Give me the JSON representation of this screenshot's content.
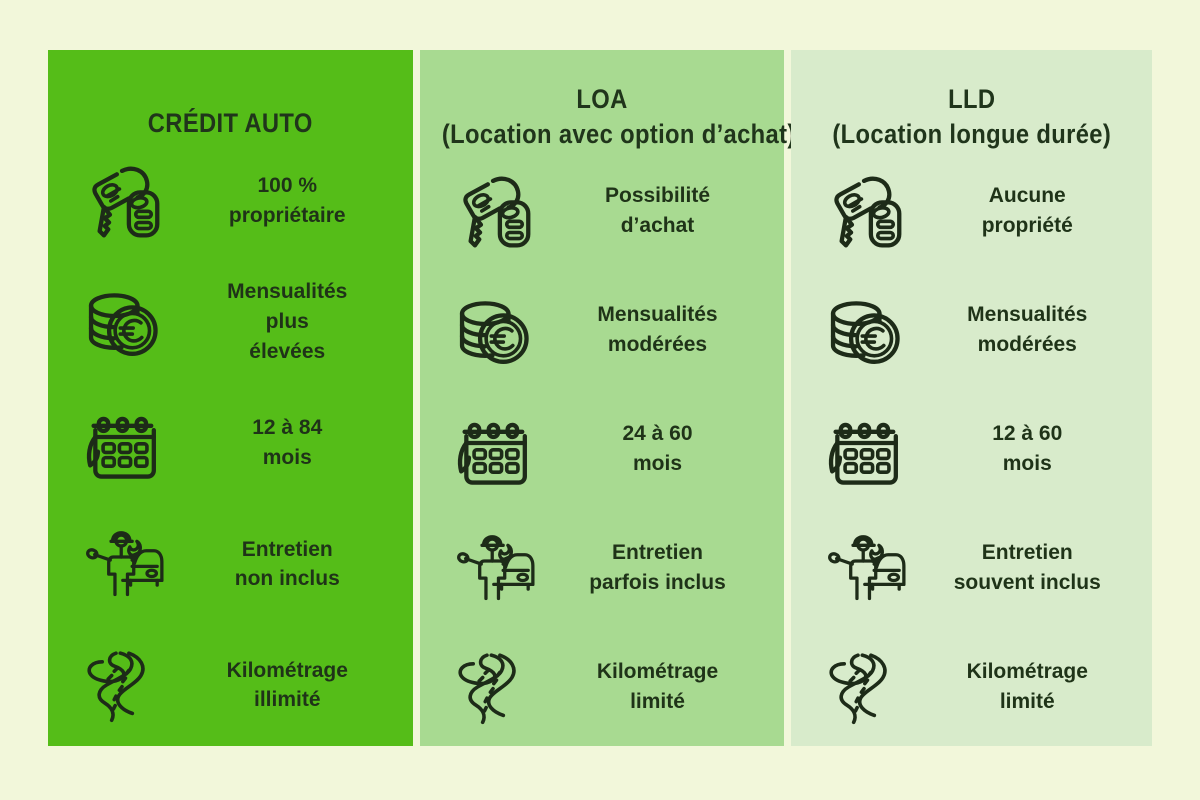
{
  "page": {
    "background_color": "#F2F7DA",
    "text_color": "#1F3318"
  },
  "columns": [
    {
      "id": "credit-auto",
      "title": "CRÉDIT AUTO",
      "subtitle": "",
      "background_color": "#55BD18",
      "rows": [
        {
          "icon": "car-keys-icon",
          "lines": [
            "100 %",
            "propriétaire"
          ]
        },
        {
          "icon": "euro-coins-icon",
          "lines": [
            "Mensualités",
            "plus",
            "élevées"
          ]
        },
        {
          "icon": "calendar-icon",
          "lines": [
            "12 à 84",
            "mois"
          ]
        },
        {
          "icon": "mechanic-wrench-car-icon",
          "lines": [
            "Entretien",
            "non inclus"
          ]
        },
        {
          "icon": "winding-road-icon",
          "lines": [
            "Kilométrage",
            "illimité"
          ]
        }
      ]
    },
    {
      "id": "loa",
      "title": "LOA",
      "subtitle": "(Location avec option d’achat)",
      "background_color": "#A8DA91",
      "rows": [
        {
          "icon": "car-keys-icon",
          "lines": [
            "Possibilité",
            "d’achat"
          ]
        },
        {
          "icon": "euro-coins-icon",
          "lines": [
            "Mensualités",
            "modérées"
          ]
        },
        {
          "icon": "calendar-icon",
          "lines": [
            "24 à 60",
            "mois"
          ]
        },
        {
          "icon": "mechanic-wrench-car-icon",
          "lines": [
            "Entretien",
            "parfois inclus"
          ]
        },
        {
          "icon": "winding-road-icon",
          "lines": [
            "Kilométrage",
            "limité"
          ]
        }
      ]
    },
    {
      "id": "lld",
      "title": "LLD",
      "subtitle": "(Location longue durée)",
      "background_color": "#D8EBCB",
      "rows": [
        {
          "icon": "car-keys-icon",
          "lines": [
            "Aucune",
            "propriété"
          ]
        },
        {
          "icon": "euro-coins-icon",
          "lines": [
            "Mensualités",
            "modérées"
          ]
        },
        {
          "icon": "calendar-icon",
          "lines": [
            "12 à 60",
            "mois"
          ]
        },
        {
          "icon": "mechanic-wrench-car-icon",
          "lines": [
            "Entretien",
            "souvent inclus"
          ]
        },
        {
          "icon": "winding-road-icon",
          "lines": [
            "Kilométrage",
            "limité"
          ]
        }
      ]
    }
  ]
}
